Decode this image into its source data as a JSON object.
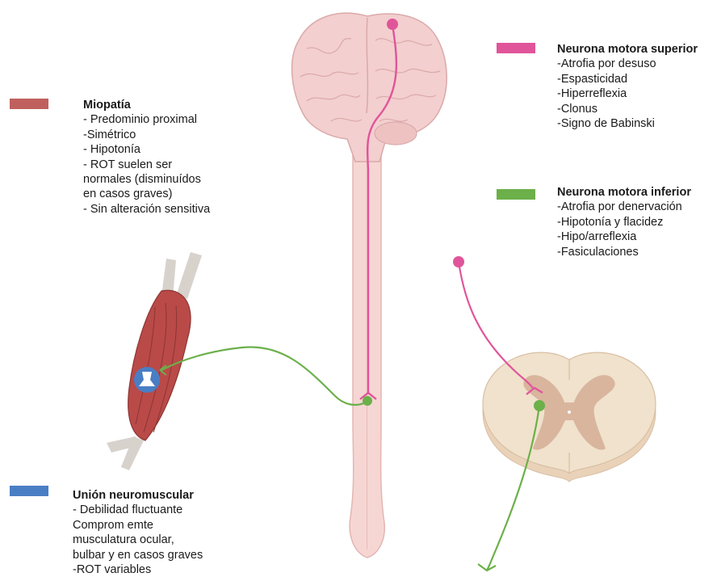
{
  "colors": {
    "myopathy": "#c0605e",
    "nmj": "#4a7ec4",
    "upper_motor_neuron": "#e0559a",
    "lower_motor_neuron": "#6cb04a",
    "brain": "#f3cfcf",
    "spinal_cord": "#f6d6d3",
    "cord_white_matter": "#f0e2cc",
    "cord_grey_matter": "#d9b59e",
    "muscle": "#b94a48",
    "tendon": "#d8d2cc"
  },
  "myopathy": {
    "title": "Miopatía",
    "lines": [
      "- Predominio proximal",
      "-Simétrico",
      "- Hipotonía",
      "- ROT suelen ser",
      "normales (disminuídos",
      "en casos graves)",
      "- Sin alteración sensitiva"
    ]
  },
  "nmj": {
    "title": "Unión neuromuscular",
    "lines": [
      "- Debilidad fluctuante",
      "Comprom emte",
      "musculatura ocular,",
      "bulbar y en casos graves",
      "-ROT variables"
    ]
  },
  "upper_motor_neuron": {
    "title": "Neurona motora superior",
    "lines": [
      "-Atrofia por desuso",
      "-Espasticidad",
      "-Hiperreflexia",
      "-Clonus",
      "-Signo de Babinski"
    ]
  },
  "lower_motor_neuron": {
    "title": "Neurona motora inferior",
    "lines": [
      "-Atrofia por denervación",
      "-Hipotonía y flacidez",
      "-Hipo/arreflexia",
      "-Fasiculaciones"
    ]
  },
  "icons": {
    "brain": "brain-icon",
    "spinal_cord": "spinal-cord-icon",
    "muscle": "muscle-icon",
    "nmj": "neuromuscular-junction-icon",
    "cord_section": "spinal-cord-cross-section-icon"
  }
}
